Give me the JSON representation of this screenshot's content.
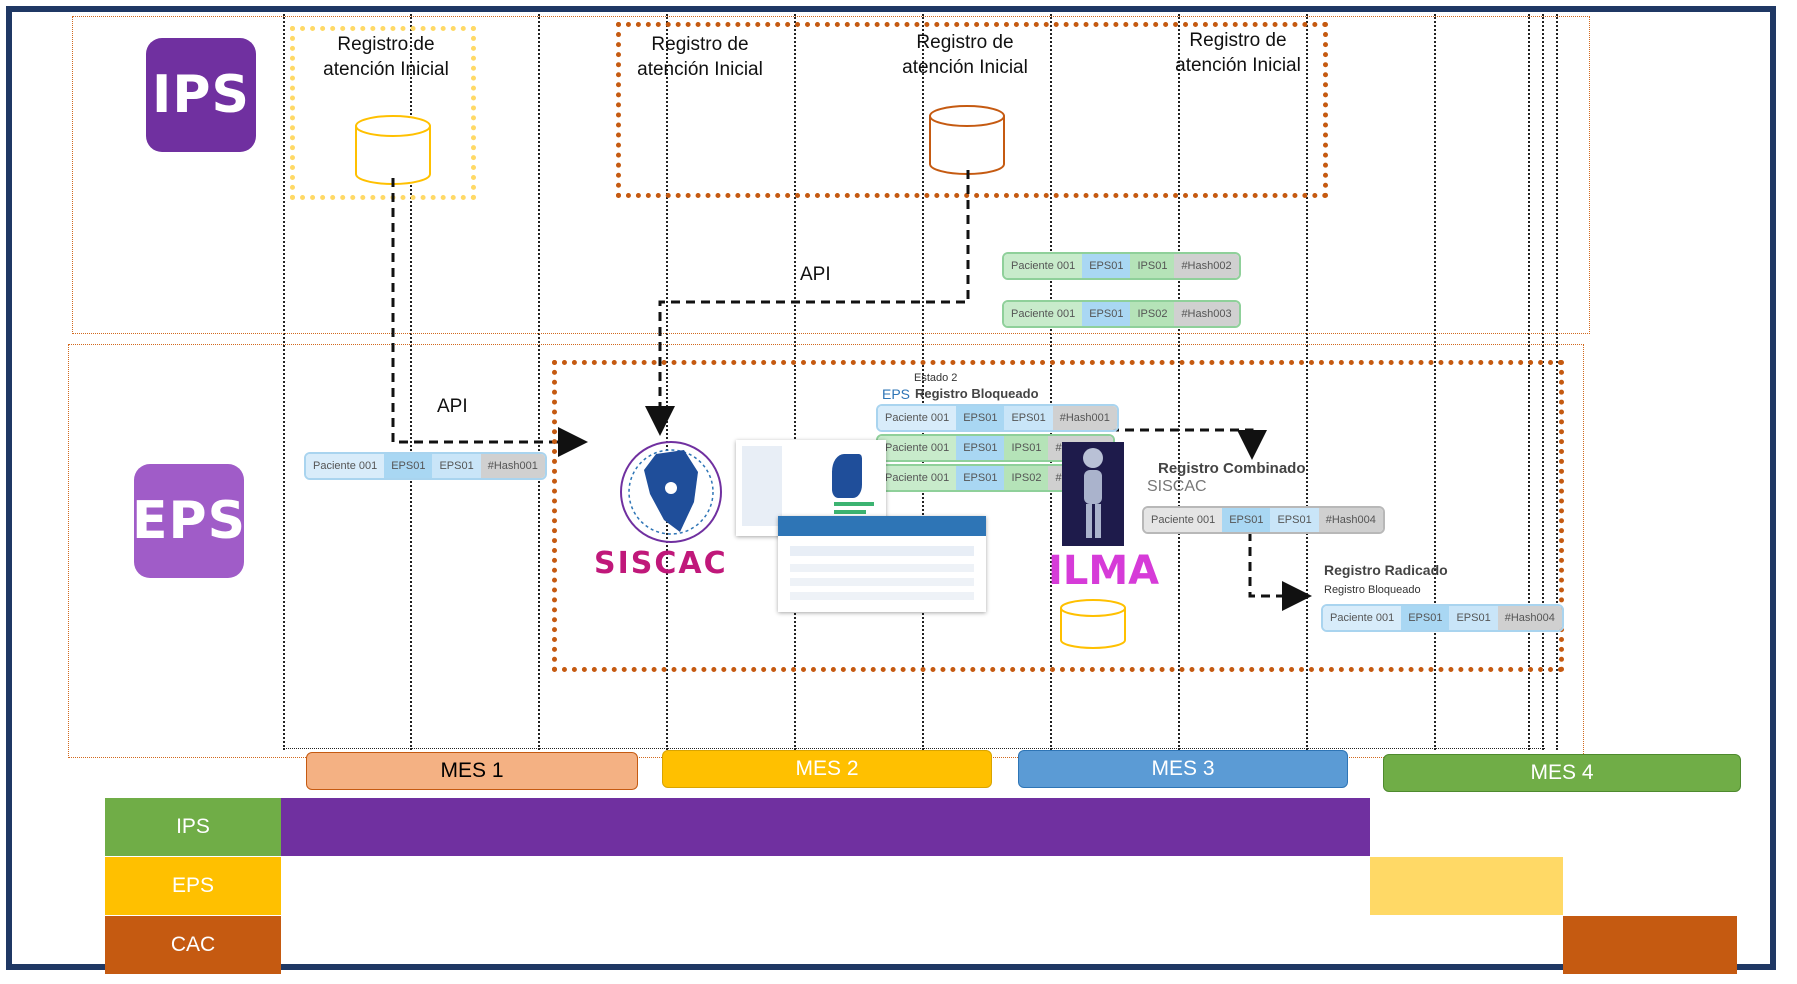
{
  "logos": {
    "ips": "IPS",
    "eps": "EPS"
  },
  "registro": {
    "yellow": "Registro de atención Inicial",
    "orange_a": "Registro de atención Inicial",
    "orange_b": "Registro de atención Inicial",
    "orange_c": "Registro de atención Inicial"
  },
  "api_labels": {
    "top": "API",
    "left": "API"
  },
  "chips": {
    "top1": [
      "Paciente 001",
      "EPS01",
      "IPS01",
      "#Hash002"
    ],
    "top2": [
      "Paciente 001",
      "EPS01",
      "IPS02",
      "#Hash003"
    ],
    "left": [
      "Paciente 001",
      "EPS01",
      "EPS01",
      "#Hash001"
    ],
    "mid1": [
      "Paciente 001",
      "EPS01",
      "EPS01",
      "#Hash001"
    ],
    "mid2": [
      "Paciente 001",
      "EPS01",
      "IPS01",
      "#Hash002"
    ],
    "mid3": [
      "Paciente 001",
      "EPS01",
      "IPS02",
      "#Hash003"
    ],
    "comb": [
      "Paciente 001",
      "EPS01",
      "EPS01",
      "#Hash004"
    ],
    "rad": [
      "Paciente 001",
      "EPS01",
      "EPS01",
      "#Hash004"
    ]
  },
  "estado": {
    "estado2": "Estado 2",
    "eps_small": "EPS",
    "bloqueado": "Registro Bloqueado",
    "combinado": "Registro Combinado",
    "siscac": "SISCAC",
    "radicado": "Registro Radicado",
    "radicado_sub": "Registro Bloqueado"
  },
  "brands": {
    "siscac": "SISCAC",
    "ilma": "ILMA"
  },
  "months": [
    "MES 1",
    "MES 2",
    "MES 3",
    "MES 4"
  ],
  "gantt": {
    "ips": "IPS",
    "eps": "EPS",
    "cac": "CAC"
  },
  "colors": {
    "frame": "#1f3864",
    "ips_logo": "#7030a0",
    "eps_logo": "#a05cc8",
    "yellow": "#ffd966",
    "orange": "#c55a11",
    "purple_bar": "#7030a0",
    "green": "#70ad47",
    "gold": "#ffc000"
  }
}
